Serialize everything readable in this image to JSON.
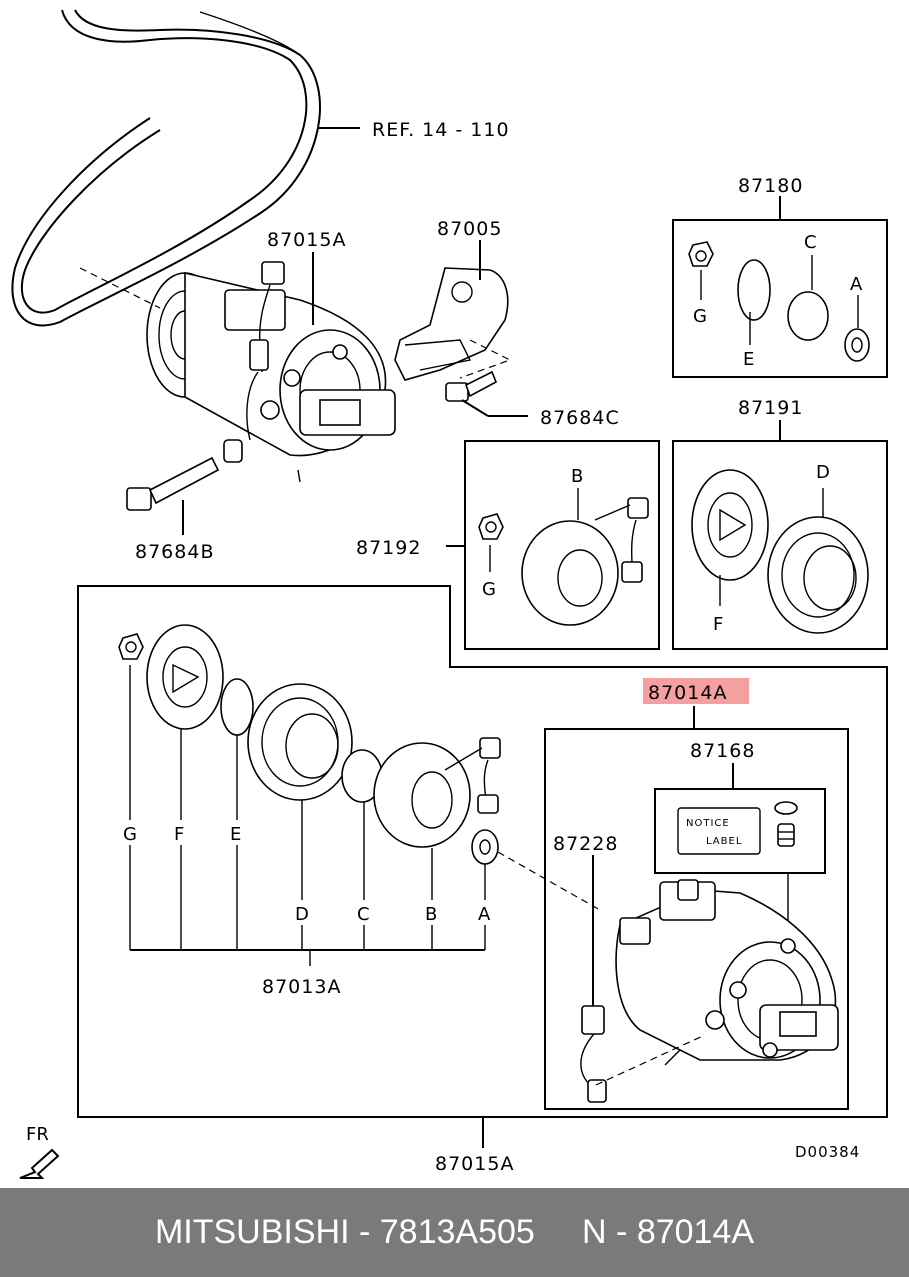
{
  "labels": {
    "ref": "REF. 14 - 110",
    "p87015a_top": "87015A",
    "p87005": "87005",
    "p87684c": "87684C",
    "p87684b": "87684B",
    "p87180": "87180",
    "p87191": "87191",
    "p87192": "87192",
    "p87014a": "87014A",
    "p87168": "87168",
    "p87228": "87228",
    "p87013a": "87013A",
    "p87015a_bottom": "87015A",
    "notice_line1": "NOTICE",
    "notice_line2": "LABEL",
    "fr": "FR",
    "drawing_code": "D00384"
  },
  "letters": {
    "a": "A",
    "b": "B",
    "c": "C",
    "d": "D",
    "e": "E",
    "f": "F",
    "g": "G"
  },
  "footer": {
    "brand": "MITSUBISHI",
    "sep1": " - ",
    "part_number": "7813A505",
    "gap": "     ",
    "ref_prefix": "N",
    "sep2": " - ",
    "ref_number": "87014A"
  },
  "colors": {
    "highlight": "#f4a0a0",
    "footer_bg": "#7a7a7a",
    "footer_text": "#ffffff"
  }
}
